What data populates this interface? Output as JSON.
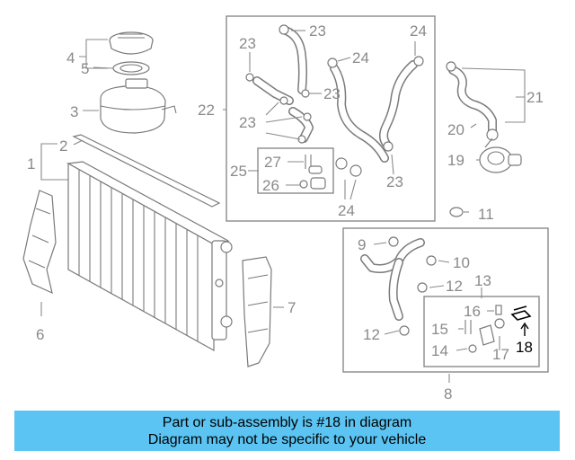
{
  "diagram": {
    "callouts": [
      "1",
      "2",
      "3",
      "4",
      "5",
      "6",
      "7",
      "8",
      "9",
      "10",
      "11",
      "12",
      "13",
      "14",
      "15",
      "16",
      "17",
      "18",
      "19",
      "20",
      "21",
      "22",
      "23",
      "24",
      "25",
      "26",
      "27"
    ],
    "highlighted_part": "18",
    "colors": {
      "line": "#7a7a7a",
      "label": "#8a8a8a",
      "highlight": "#000000",
      "banner": "#5bc4f2"
    }
  },
  "caption": {
    "line1": "Part or sub-assembly is #18 in diagram",
    "line2": "Diagram may not be specific to your vehicle"
  }
}
